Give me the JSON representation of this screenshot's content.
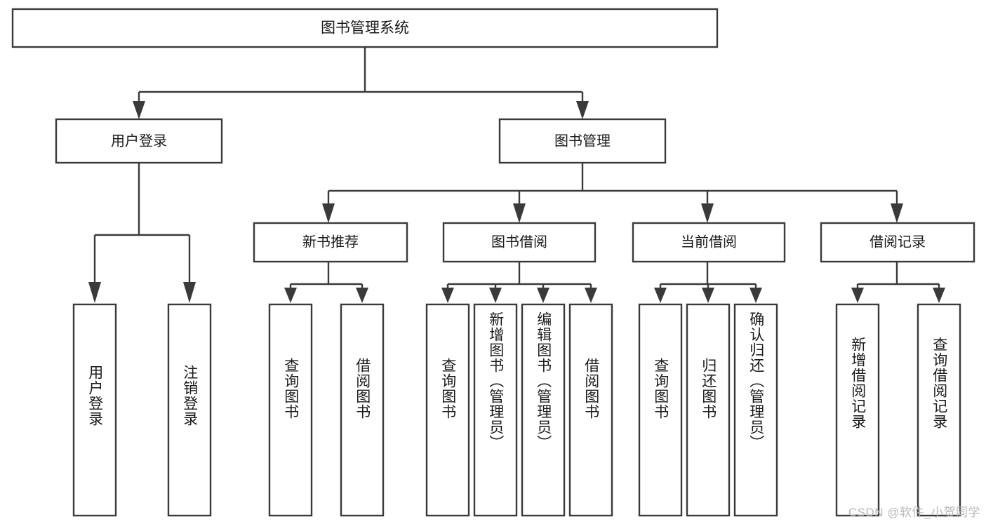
{
  "diagram": {
    "title": "图书管理系统",
    "type": "hierarchy-tree",
    "watermark": "CSDN @软件_小贺同学",
    "root": {
      "id": "root",
      "label": "图书管理系统"
    },
    "level2": [
      {
        "id": "user-login",
        "label": "用户登录"
      },
      {
        "id": "book-management",
        "label": "图书管理"
      }
    ],
    "level3": [
      {
        "id": "new-book-recommend",
        "label": "新书推荐",
        "parent": "book-management"
      },
      {
        "id": "book-borrow",
        "label": "图书借阅",
        "parent": "book-management"
      },
      {
        "id": "current-borrow",
        "label": "当前借阅",
        "parent": "book-management"
      },
      {
        "id": "borrow-record",
        "label": "借阅记录",
        "parent": "book-management"
      }
    ],
    "leaves": [
      {
        "id": "leaf-user-login",
        "label": "用户登录",
        "parent": "user-login"
      },
      {
        "id": "leaf-logout",
        "label": "注销登录",
        "parent": "user-login"
      },
      {
        "id": "leaf-query-book-1",
        "label": "查询图书",
        "parent": "new-book-recommend"
      },
      {
        "id": "leaf-borrow-book-1",
        "label": "借阅图书",
        "parent": "new-book-recommend"
      },
      {
        "id": "leaf-query-book-2",
        "label": "查询图书",
        "parent": "book-borrow"
      },
      {
        "id": "leaf-add-book",
        "label": "新增图书（管理员）",
        "parent": "book-borrow"
      },
      {
        "id": "leaf-edit-book",
        "label": "编辑图书（管理员）",
        "parent": "book-borrow"
      },
      {
        "id": "leaf-borrow-book-2",
        "label": "借阅图书",
        "parent": "book-borrow"
      },
      {
        "id": "leaf-query-book-3",
        "label": "查询图书",
        "parent": "current-borrow"
      },
      {
        "id": "leaf-return-book",
        "label": "归还图书",
        "parent": "current-borrow"
      },
      {
        "id": "leaf-confirm-return",
        "label": "确认归还（管理员）",
        "parent": "current-borrow"
      },
      {
        "id": "leaf-add-record",
        "label": "新增借阅记录",
        "parent": "borrow-record"
      },
      {
        "id": "leaf-query-record",
        "label": "查询借阅记录",
        "parent": "borrow-record"
      }
    ],
    "colors": {
      "stroke": "#3a3a3a",
      "fill": "#ffffff",
      "text": "#1a1a1a",
      "watermark": "#b9b9b9",
      "background": "#ffffff"
    }
  }
}
